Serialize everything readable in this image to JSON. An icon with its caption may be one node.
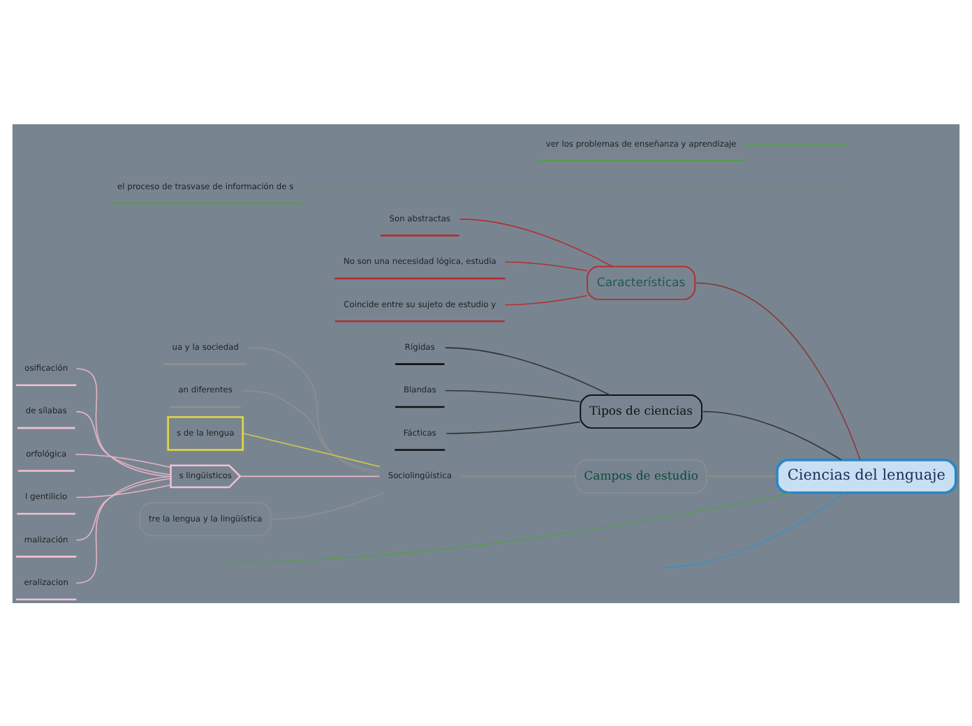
{
  "diagram": {
    "nodes": [
      {
        "text": [
          "Ciencias del lenguaje"
        ]
      },
      {
        "text": [
          "Características"
        ]
      },
      {
        "text": [
          "Son abstractas"
        ]
      },
      {
        "text": [
          "No son una necesidad lógica, estudia"
        ]
      },
      {
        "text": [
          "Coincide entre su sujeto de estudio y"
        ]
      },
      {
        "text": [
          "Tipos de ciencias"
        ]
      },
      {
        "text": [
          "Rígidas"
        ]
      },
      {
        "text": [
          "Blandas"
        ]
      },
      {
        "text": [
          "Fácticas"
        ]
      },
      {
        "text": [
          "Campos de estudio"
        ]
      },
      {
        "text": [
          "Sociolingüística"
        ]
      },
      {
        "text": [
          "ua y la sociedad"
        ]
      },
      {
        "text": [
          "an diferentes"
        ]
      },
      {
        "text": [
          "s de la lengua"
        ]
      },
      {
        "text": [
          "s lingüísticos"
        ]
      },
      {
        "text": [
          "osificación"
        ]
      },
      {
        "text": [
          "de sílabas"
        ]
      },
      {
        "text": [
          "orfológica"
        ]
      },
      {
        "text": [
          "l gentilicio"
        ]
      },
      {
        "text": [
          "malización"
        ]
      },
      {
        "text": [
          "eralizacion"
        ]
      },
      {
        "text": [
          "tre la lengua y la lingüística"
        ]
      },
      {
        "text": [
          "el proceso de trasvase de información de s"
        ]
      },
      {
        "text": [
          "ver los problemas de enseñanza y aprendizaje"
        ]
      }
    ],
    "edges": [
      {
        "from": 0,
        "to": 1,
        "arrow": "none",
        "color": "#8b3a3a"
      },
      {
        "from": 0,
        "to": 5,
        "arrow": "none",
        "color": "#333333"
      },
      {
        "from": 0,
        "to": 9,
        "arrow": "none"
      },
      {
        "from": 0,
        "to": null,
        "arrow": "none",
        "color": "#5a9a50"
      },
      {
        "from": 0,
        "to": null,
        "arrow": "none",
        "color": "#3d8fc4"
      },
      {
        "from": 1,
        "to": 2,
        "arrow": "none",
        "color": "#b03030"
      },
      {
        "from": 1,
        "to": 3,
        "arrow": "none",
        "color": "#b03030"
      },
      {
        "from": 1,
        "to": 4,
        "arrow": "none",
        "color": "#b03030"
      },
      {
        "from": 5,
        "to": 6,
        "arrow": "none",
        "color": "#333333"
      },
      {
        "from": 5,
        "to": 7,
        "arrow": "none",
        "color": "#333333"
      },
      {
        "from": 5,
        "to": 8,
        "arrow": "none",
        "color": "#333333"
      },
      {
        "from": 9,
        "to": 10,
        "arrow": "none"
      },
      {
        "from": 10,
        "to": 11,
        "arrow": "none"
      },
      {
        "from": 10,
        "to": 12,
        "arrow": "none"
      },
      {
        "from": 10,
        "to": 13,
        "arrow": "none",
        "color": "#d4c84a"
      },
      {
        "from": 10,
        "to": 14,
        "arrow": "none",
        "color": "#e8b4c4"
      },
      {
        "from": 14,
        "to": 15,
        "arrow": "none",
        "color": "#e8b4c4"
      },
      {
        "from": 14,
        "to": 16,
        "arrow": "none",
        "color": "#e8b4c4"
      },
      {
        "from": 14,
        "to": 17,
        "arrow": "none",
        "color": "#e8b4c4"
      },
      {
        "from": 14,
        "to": 18,
        "arrow": "none",
        "color": "#e8b4c4"
      },
      {
        "from": 14,
        "to": 19,
        "arrow": "none",
        "color": "#e8b4c4"
      },
      {
        "from": 14,
        "to": 20,
        "arrow": "none",
        "color": "#e8b4c4"
      },
      {
        "from": 10,
        "to": 21,
        "arrow": "none"
      },
      {
        "from": null,
        "to": 22,
        "arrow": "none",
        "color": "#5a9a50"
      },
      {
        "from": null,
        "to": 23,
        "arrow": "none",
        "color": "#5a9a50"
      }
    ]
  }
}
